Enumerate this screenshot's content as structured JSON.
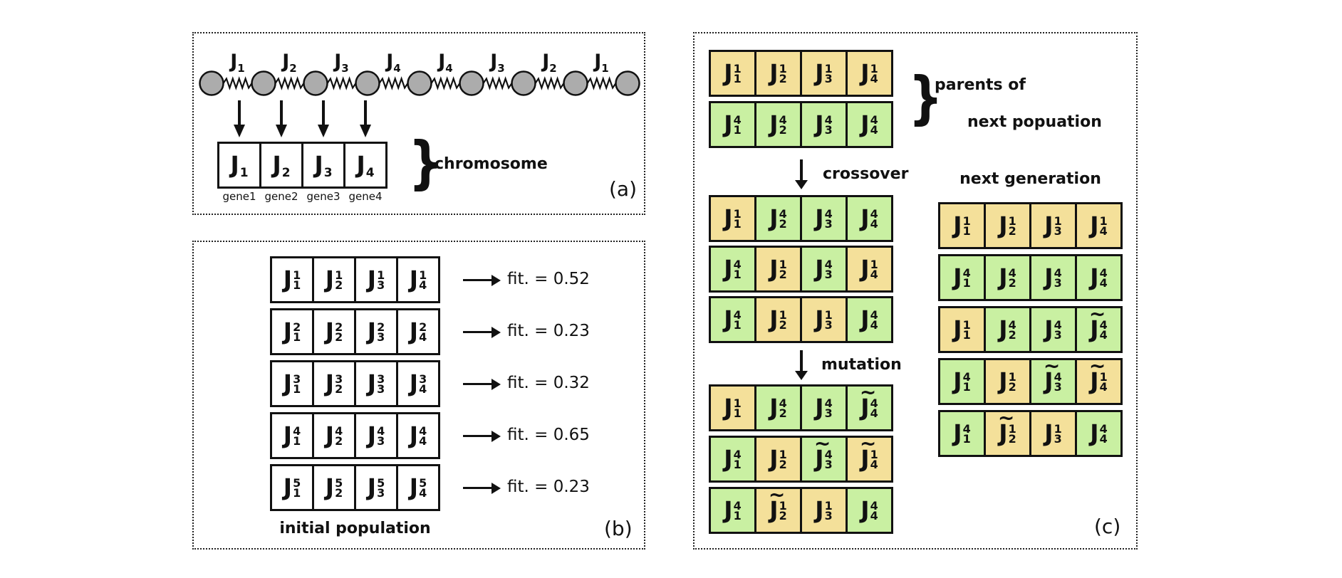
{
  "colors": {
    "yellow": "#F4E09A",
    "green": "#C9F0A2",
    "mass_fill": "#ACACAC",
    "stroke": "#111111",
    "white": "#FFFFFF"
  },
  "gene_symbol": "J",
  "panel_a": {
    "label": "(a)",
    "spring_subscripts": [
      "1",
      "2",
      "3",
      "4",
      "4",
      "3",
      "2",
      "1"
    ],
    "chromosome_genes": [
      {
        "sub": "1",
        "caption": "gene1"
      },
      {
        "sub": "2",
        "caption": "gene2"
      },
      {
        "sub": "3",
        "caption": "gene3"
      },
      {
        "sub": "4",
        "caption": "gene4"
      }
    ],
    "brace_label": "chromosome"
  },
  "panel_b": {
    "label": "(b)",
    "caption": "initial population",
    "rows": [
      {
        "fitness": "fit. = 0.52",
        "genes": [
          {
            "sup": "1",
            "sub": "1",
            "color": "white"
          },
          {
            "sup": "1",
            "sub": "2",
            "color": "white"
          },
          {
            "sup": "1",
            "sub": "3",
            "color": "white"
          },
          {
            "sup": "1",
            "sub": "4",
            "color": "white"
          }
        ]
      },
      {
        "fitness": "fit. = 0.23",
        "genes": [
          {
            "sup": "2",
            "sub": "1",
            "color": "white"
          },
          {
            "sup": "2",
            "sub": "2",
            "color": "white"
          },
          {
            "sup": "2",
            "sub": "3",
            "color": "white"
          },
          {
            "sup": "2",
            "sub": "4",
            "color": "white"
          }
        ]
      },
      {
        "fitness": "fit. = 0.32",
        "genes": [
          {
            "sup": "3",
            "sub": "1",
            "color": "white"
          },
          {
            "sup": "3",
            "sub": "2",
            "color": "white"
          },
          {
            "sup": "3",
            "sub": "3",
            "color": "white"
          },
          {
            "sup": "3",
            "sub": "4",
            "color": "white"
          }
        ]
      },
      {
        "fitness": "fit. = 0.65",
        "genes": [
          {
            "sup": "4",
            "sub": "1",
            "color": "white"
          },
          {
            "sup": "4",
            "sub": "2",
            "color": "white"
          },
          {
            "sup": "4",
            "sub": "3",
            "color": "white"
          },
          {
            "sup": "4",
            "sub": "4",
            "color": "white"
          }
        ]
      },
      {
        "fitness": "fit. = 0.23",
        "genes": [
          {
            "sup": "5",
            "sub": "1",
            "color": "white"
          },
          {
            "sup": "5",
            "sub": "2",
            "color": "white"
          },
          {
            "sup": "5",
            "sub": "3",
            "color": "white"
          },
          {
            "sup": "5",
            "sub": "4",
            "color": "white"
          }
        ]
      }
    ]
  },
  "panel_c": {
    "label": "(c)",
    "parents_label_line1": "parents of",
    "parents_label_line2": "next popuation",
    "crossover_label": "crossover",
    "mutation_label": "mutation",
    "next_generation_label": "next generation",
    "parents": [
      [
        {
          "sup": "1",
          "sub": "1",
          "color": "yellow"
        },
        {
          "sup": "1",
          "sub": "2",
          "color": "yellow"
        },
        {
          "sup": "1",
          "sub": "3",
          "color": "yellow"
        },
        {
          "sup": "1",
          "sub": "4",
          "color": "yellow"
        }
      ],
      [
        {
          "sup": "4",
          "sub": "1",
          "color": "green"
        },
        {
          "sup": "4",
          "sub": "2",
          "color": "green"
        },
        {
          "sup": "4",
          "sub": "3",
          "color": "green"
        },
        {
          "sup": "4",
          "sub": "4",
          "color": "green"
        }
      ]
    ],
    "crossover_rows": [
      [
        {
          "sup": "1",
          "sub": "1",
          "color": "yellow"
        },
        {
          "sup": "4",
          "sub": "2",
          "color": "green"
        },
        {
          "sup": "4",
          "sub": "3",
          "color": "green"
        },
        {
          "sup": "4",
          "sub": "4",
          "color": "green"
        }
      ],
      [
        {
          "sup": "4",
          "sub": "1",
          "color": "green"
        },
        {
          "sup": "1",
          "sub": "2",
          "color": "yellow"
        },
        {
          "sup": "4",
          "sub": "3",
          "color": "green"
        },
        {
          "sup": "1",
          "sub": "4",
          "color": "yellow"
        }
      ],
      [
        {
          "sup": "4",
          "sub": "1",
          "color": "green"
        },
        {
          "sup": "1",
          "sub": "2",
          "color": "yellow"
        },
        {
          "sup": "1",
          "sub": "3",
          "color": "yellow"
        },
        {
          "sup": "4",
          "sub": "4",
          "color": "green"
        }
      ]
    ],
    "mutation_rows": [
      [
        {
          "sup": "1",
          "sub": "1",
          "color": "yellow"
        },
        {
          "sup": "4",
          "sub": "2",
          "color": "green"
        },
        {
          "sup": "4",
          "sub": "3",
          "color": "green"
        },
        {
          "sup": "4",
          "sub": "4",
          "color": "green",
          "tilde": true
        }
      ],
      [
        {
          "sup": "4",
          "sub": "1",
          "color": "green"
        },
        {
          "sup": "1",
          "sub": "2",
          "color": "yellow"
        },
        {
          "sup": "4",
          "sub": "3",
          "color": "green",
          "tilde": true
        },
        {
          "sup": "1",
          "sub": "4",
          "color": "yellow",
          "tilde": true
        }
      ],
      [
        {
          "sup": "4",
          "sub": "1",
          "color": "green"
        },
        {
          "sup": "1",
          "sub": "2",
          "color": "yellow",
          "tilde": true
        },
        {
          "sup": "1",
          "sub": "3",
          "color": "yellow"
        },
        {
          "sup": "4",
          "sub": "4",
          "color": "green"
        }
      ]
    ],
    "next_generation_rows": [
      [
        {
          "sup": "1",
          "sub": "1",
          "color": "yellow"
        },
        {
          "sup": "1",
          "sub": "2",
          "color": "yellow"
        },
        {
          "sup": "1",
          "sub": "3",
          "color": "yellow"
        },
        {
          "sup": "1",
          "sub": "4",
          "color": "yellow"
        }
      ],
      [
        {
          "sup": "4",
          "sub": "1",
          "color": "green"
        },
        {
          "sup": "4",
          "sub": "2",
          "color": "green"
        },
        {
          "sup": "4",
          "sub": "3",
          "color": "green"
        },
        {
          "sup": "4",
          "sub": "4",
          "color": "green"
        }
      ],
      [
        {
          "sup": "1",
          "sub": "1",
          "color": "yellow"
        },
        {
          "sup": "4",
          "sub": "2",
          "color": "green"
        },
        {
          "sup": "4",
          "sub": "3",
          "color": "green"
        },
        {
          "sup": "4",
          "sub": "4",
          "color": "green",
          "tilde": true
        }
      ],
      [
        {
          "sup": "4",
          "sub": "1",
          "color": "green"
        },
        {
          "sup": "1",
          "sub": "2",
          "color": "yellow"
        },
        {
          "sup": "4",
          "sub": "3",
          "color": "green",
          "tilde": true
        },
        {
          "sup": "1",
          "sub": "4",
          "color": "yellow",
          "tilde": true
        }
      ],
      [
        {
          "sup": "4",
          "sub": "1",
          "color": "green"
        },
        {
          "sup": "1",
          "sub": "2",
          "color": "yellow",
          "tilde": true
        },
        {
          "sup": "1",
          "sub": "3",
          "color": "yellow"
        },
        {
          "sup": "4",
          "sub": "4",
          "color": "green"
        }
      ]
    ]
  }
}
